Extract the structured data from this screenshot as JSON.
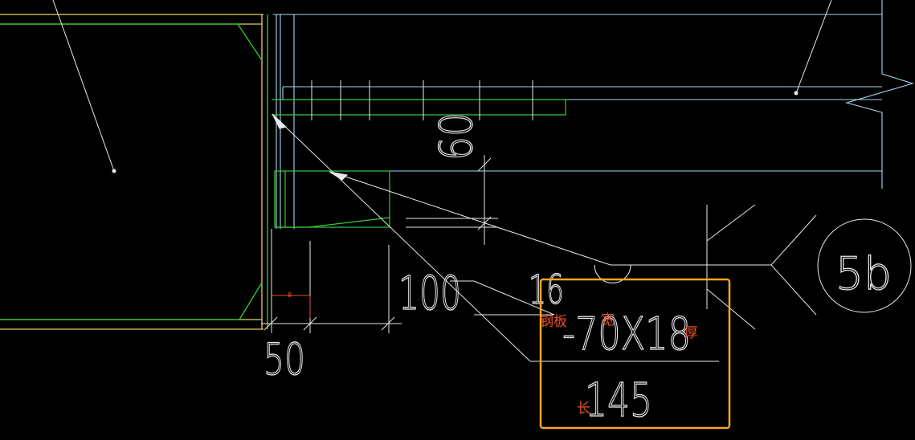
{
  "dimensions": {
    "d50_left": "50",
    "d60": "60",
    "d100": "100",
    "d16": "16"
  },
  "weld_text": {
    "plate_spec": "-70X18",
    "plate_length": "145"
  },
  "annotations": {
    "plate": "钢板",
    "width": "宽",
    "thickness": "厚",
    "length": "长"
  },
  "section_mark": "5b",
  "small_text": "8",
  "colors": {
    "background": "#000000",
    "green": "#33cc33",
    "yellow": "#e6d060",
    "cyan": "#a8d8f0",
    "white": "#e8e8e8",
    "orange_highlight": "#f5a623",
    "red_annotation": "#e8502a"
  }
}
